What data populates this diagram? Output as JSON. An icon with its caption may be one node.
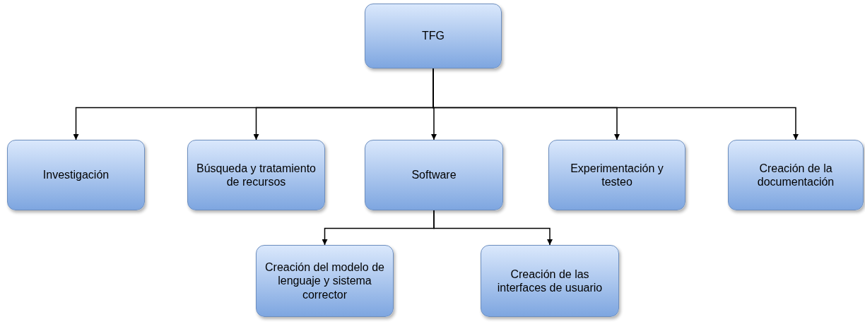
{
  "diagram": {
    "nodes": [
      {
        "text": [
          "TFG"
        ]
      },
      {
        "text": [
          "Investigación"
        ]
      },
      {
        "text": [
          "Búsqueda y tratamiento de recursos"
        ]
      },
      {
        "text": [
          "Software"
        ]
      },
      {
        "text": [
          "Experimentación y testeo"
        ]
      },
      {
        "text": [
          "Creación de la documentación"
        ]
      },
      {
        "text": [
          "Creación del modelo de lenguaje y sistema corrector"
        ]
      },
      {
        "text": [
          "Creación de las interfaces de usuario"
        ]
      }
    ],
    "edges": [
      {
        "from": 0,
        "to": 1,
        "arrow": "to"
      },
      {
        "from": 0,
        "to": 2,
        "arrow": "to"
      },
      {
        "from": 0,
        "to": 3,
        "arrow": "to"
      },
      {
        "from": 0,
        "to": 4,
        "arrow": "to"
      },
      {
        "from": 0,
        "to": 5,
        "arrow": "to"
      },
      {
        "from": 3,
        "to": 6,
        "arrow": "to"
      },
      {
        "from": 3,
        "to": 7,
        "arrow": "to"
      }
    ]
  }
}
